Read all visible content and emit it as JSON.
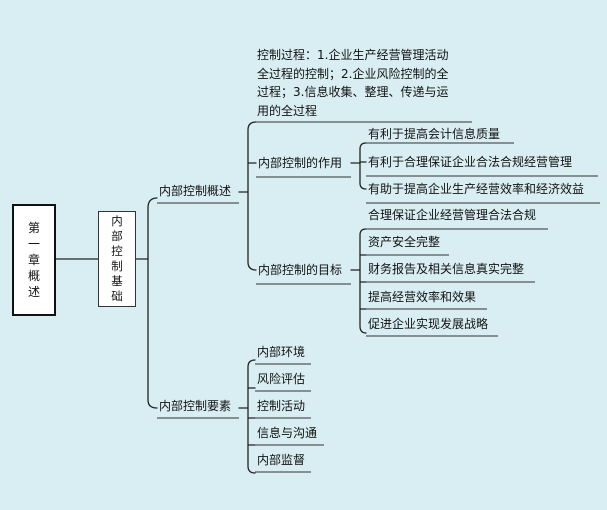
{
  "root": {
    "chars": [
      "第",
      "一",
      "章",
      "概",
      "述"
    ]
  },
  "level1": {
    "chars": [
      "内",
      "部",
      "控",
      "制",
      "基",
      "础"
    ]
  },
  "branches": {
    "overview": {
      "label": "内部控制概述",
      "process": {
        "lines": [
          "控制过程：1.企业生产经营管理活动",
          "全过程的控制；2.企业风险控制的全",
          "过程；3.信息收集、整理、传递与运",
          "用的全过程"
        ]
      },
      "role": {
        "label": "内部控制的作用",
        "items": [
          "有利于提高会计信息质量",
          "有利于合理保证企业合法合规经营管理",
          "有助于提高企业生产经营效率和经济效益"
        ]
      },
      "goal": {
        "label": "内部控制的目标",
        "items": [
          "合理保证企业经营管理合法合规",
          "资产安全完整",
          "财务报告及相关信息真实完整",
          "提高经营效率和效果",
          "促进企业实现发展战略"
        ]
      }
    },
    "elements": {
      "label": "内部控制要素",
      "items": [
        "内部环境",
        "风险评估",
        "控制活动",
        "信息与沟通",
        "内部监督"
      ]
    }
  }
}
